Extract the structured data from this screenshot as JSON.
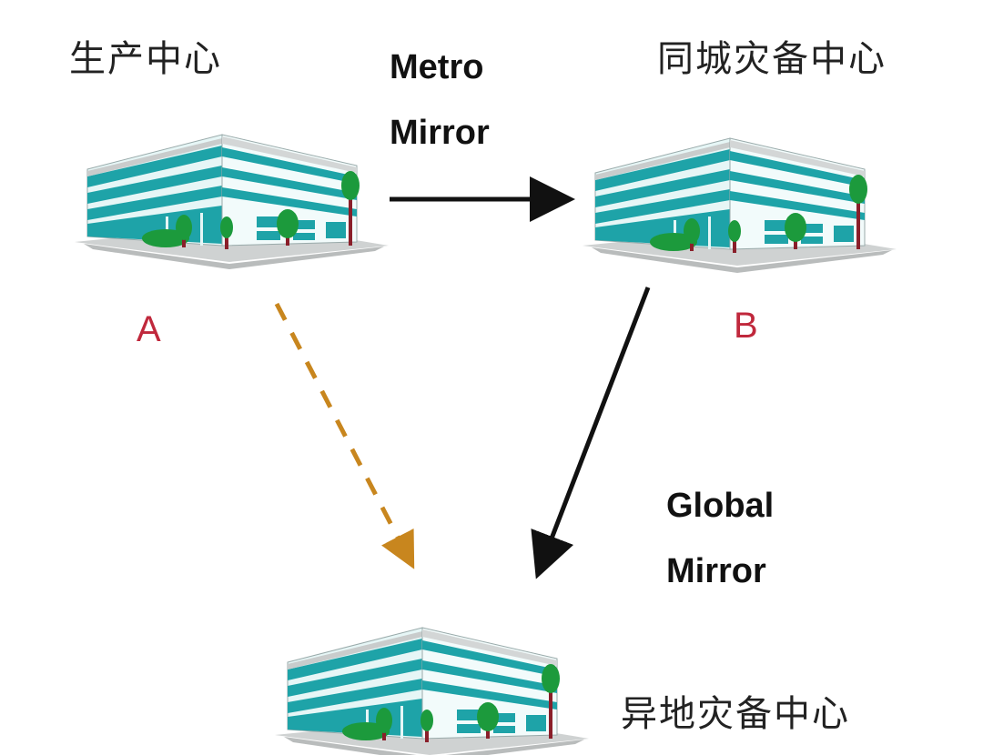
{
  "diagram": {
    "type": "disaster-recovery-topology",
    "sites": [
      {
        "id": "A",
        "name": "生产中心",
        "letter": "A"
      },
      {
        "id": "B",
        "name": "同城灾备中心",
        "letter": "B"
      },
      {
        "id": "C",
        "name": "异地灾备中心",
        "letter": ""
      }
    ],
    "links": [
      {
        "from": "A",
        "to": "B",
        "label_line1": "Metro",
        "label_line2": "Mirror",
        "style": "solid",
        "color": "#111111"
      },
      {
        "from": "B",
        "to": "C",
        "label_line1": "Global",
        "label_line2": "Mirror",
        "style": "solid",
        "color": "#111111"
      },
      {
        "from": "A",
        "to": "C",
        "label_line1": "",
        "label_line2": "",
        "style": "dashed",
        "color": "#c8861e"
      }
    ]
  },
  "colors": {
    "building_teal": "#1ea3a8",
    "building_light": "#e6f6f6",
    "building_gray": "#b9bcbc",
    "tree_green": "#1c9a3c",
    "trunk_red": "#8a1f2a",
    "site_letter": "#c0283c",
    "dashed_arrow": "#c8861e"
  }
}
